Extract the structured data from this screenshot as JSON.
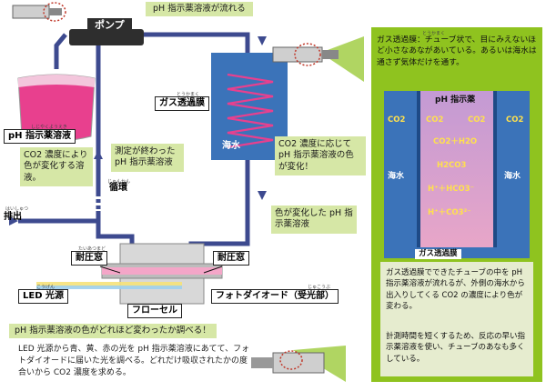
{
  "labels": {
    "pump": "ポンプ",
    "flow_top": "pH 指示薬溶液が流れる",
    "reagent_bag": "pH 指示薬溶液",
    "reagent_bag_ruby": "しじやくようえき",
    "bag_note": "CO2 濃度により色が変化する溶液。",
    "measured_done": "測定が終わった pH 指示薬溶液",
    "circulation": "循環",
    "circulation_ruby": "じゅんかん",
    "discharge": "排出",
    "discharge_ruby": "はいしゅつ",
    "membrane_tag": "ガス透過膜",
    "membrane_tag_ruby": "とうかまく",
    "seawater": "海水",
    "co2_response": "CO2 濃度に応じて pH 指示薬溶液の色が変化！",
    "color_changed": "色が変化した pH 指示薬溶液",
    "pressure_window_left": "耐圧窓",
    "pressure_window_right": "耐圧窓",
    "pressure_ruby": "たいあつまど",
    "led": "LED 光源",
    "led_ruby": "こうげん",
    "flowcell": "フローセル",
    "photodiode": "フォトダイオード（受光部）",
    "photodiode_ruby": "じゅこうぶ",
    "flowcell_caption": "pH 指示薬溶液の色がどれほど変わったか調べる！",
    "flowcell_text": "LED 光源から青、黄、赤の光を pH 指示薬溶液にあてて、フォトダイオードに届いた光を調べる。どれだけ吸収されたかの度合いから CO2 濃度を求める。"
  },
  "panel": {
    "intro": "ガス透過膜：チューブ状で、目にみえないほど小さなあながあいている。あるいは海水は通さず気体だけを通す。",
    "intro_ruby": "とうかまく",
    "indicator": "pH 指示薬",
    "co2": "CO2",
    "co2_h2o": "CO2＋H2O",
    "h2co3": "H2CO3",
    "hco3": "H⁺＋HCO3⁻",
    "co3": "H⁺＋CO3²⁻",
    "seawater_left": "海水",
    "seawater_right": "海水",
    "membrane": "ガス透過膜",
    "note1": "ガス透過膜でできたチューブの中を pH 指示薬溶液が流れるが、外側の海水から出入りしてくる CO2 の濃度により色が変わる。",
    "note2": "計測時間を短くするため、反応の早い指示薬溶液を使い、チューブのあなも多くしている。"
  },
  "colors": {
    "pipe": "#3d4a8f",
    "flow_pink": "#e8408e",
    "seawater_blue": "#3b73b9",
    "callout_green": "#d6e7a6",
    "panel_green": "#8fc31f"
  }
}
